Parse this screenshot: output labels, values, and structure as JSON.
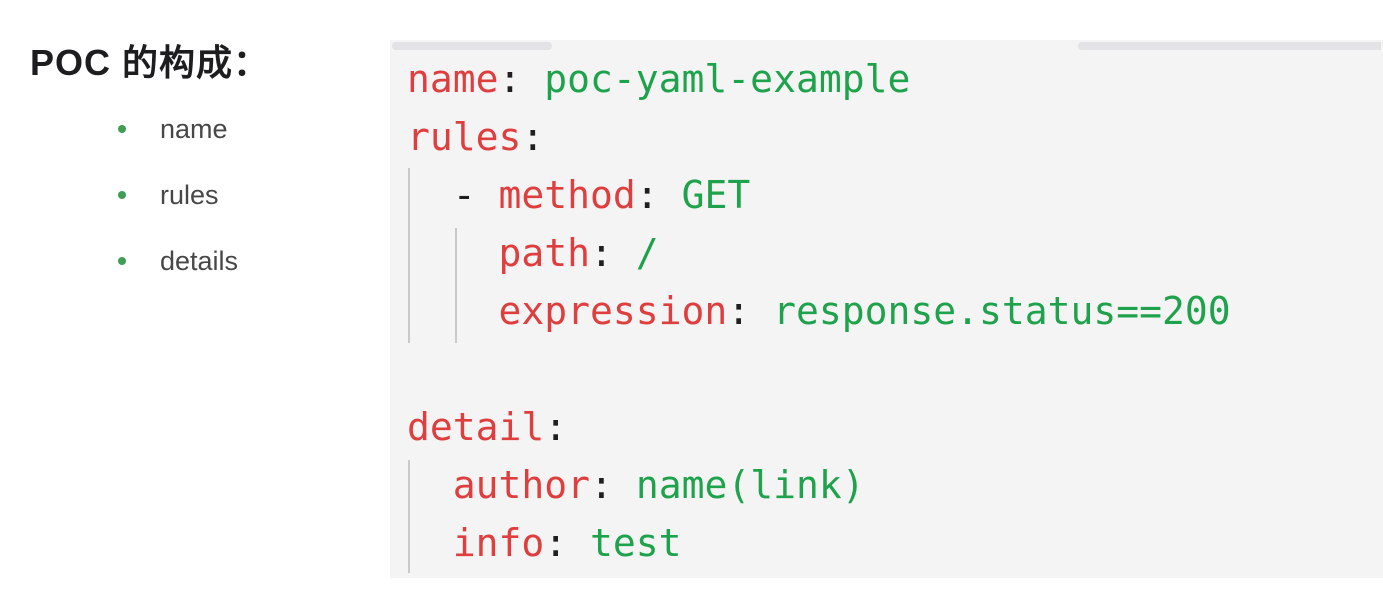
{
  "heading": {
    "text": "POC 的构成："
  },
  "bullet_list": {
    "items": [
      {
        "label": "name"
      },
      {
        "label": "rules"
      },
      {
        "label": "details"
      }
    ]
  },
  "colors": {
    "key": "#df3e3e",
    "value": "#1fa24c",
    "punct": "#1f1f1f",
    "bullet": "#3f9e53",
    "panel_bg": "#f4f4f5",
    "scrollbar": "#e3e3e5",
    "guide": "#c9c9cb",
    "heading_text": "#1d1d1f",
    "list_text": "#474747"
  },
  "code_panel": {
    "language": "yaml",
    "plain_text": "name: poc-yaml-example\nrules:\n  - method: GET\n    path: /\n    expression: response.status==200\n\ndetail:\n  author: name(link)\n  info: test",
    "lines": [
      {
        "segments": [
          {
            "t": "name",
            "c": "key"
          },
          {
            "t": ":",
            "c": "punct"
          },
          {
            "t": " poc-yaml-example",
            "c": "value"
          }
        ]
      },
      {
        "segments": [
          {
            "t": "rules",
            "c": "key"
          },
          {
            "t": ":",
            "c": "punct"
          }
        ]
      },
      {
        "segments": [
          {
            "t": "  - ",
            "c": "punct"
          },
          {
            "t": "method",
            "c": "key"
          },
          {
            "t": ":",
            "c": "punct"
          },
          {
            "t": " GET",
            "c": "value"
          }
        ]
      },
      {
        "segments": [
          {
            "t": "    ",
            "c": "punct"
          },
          {
            "t": "path",
            "c": "key"
          },
          {
            "t": ":",
            "c": "punct"
          },
          {
            "t": " /",
            "c": "value"
          }
        ]
      },
      {
        "segments": [
          {
            "t": "    ",
            "c": "punct"
          },
          {
            "t": "expression",
            "c": "key"
          },
          {
            "t": ":",
            "c": "punct"
          },
          {
            "t": " response.status==200",
            "c": "value"
          }
        ]
      },
      {
        "segments": []
      },
      {
        "segments": [
          {
            "t": "detail",
            "c": "key"
          },
          {
            "t": ":",
            "c": "punct"
          }
        ]
      },
      {
        "segments": [
          {
            "t": "  ",
            "c": "punct"
          },
          {
            "t": "author",
            "c": "key"
          },
          {
            "t": ":",
            "c": "punct"
          },
          {
            "t": " name(link)",
            "c": "value"
          }
        ]
      },
      {
        "segments": [
          {
            "t": "  ",
            "c": "punct"
          },
          {
            "t": "info",
            "c": "key"
          },
          {
            "t": ":",
            "c": "punct"
          },
          {
            "t": " test",
            "c": "value"
          }
        ]
      }
    ]
  }
}
